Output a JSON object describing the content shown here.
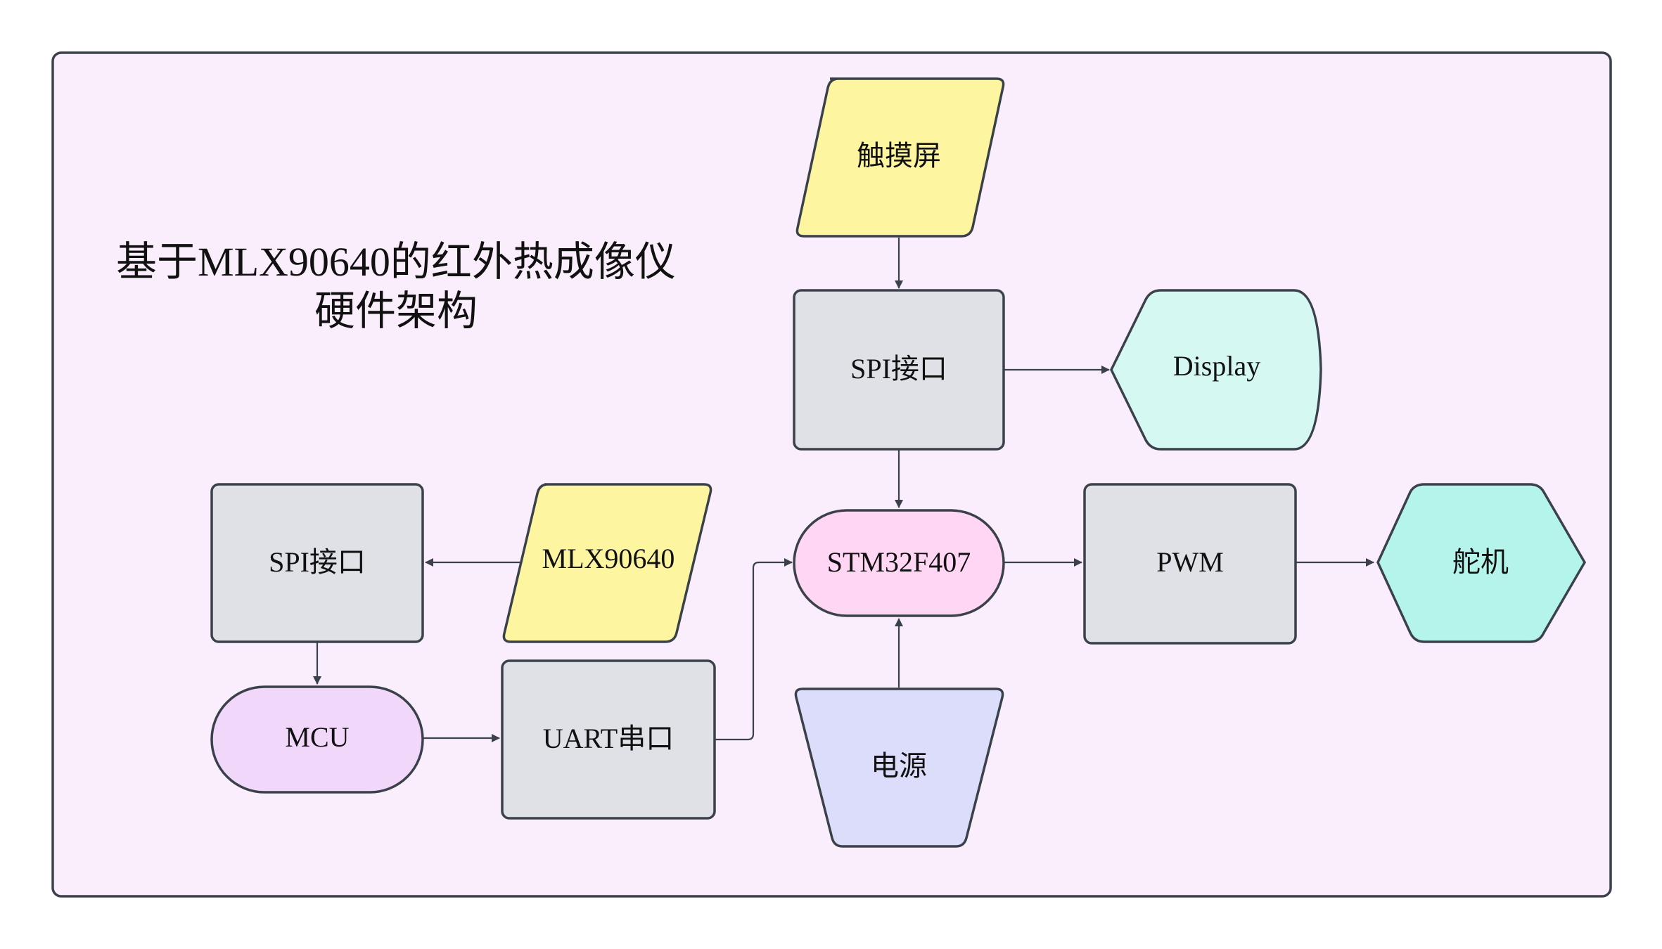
{
  "title": {
    "line1": "基于MLX90640的红外热成像仪",
    "line2": "硬件架构"
  },
  "nodes": {
    "touchscreen": "触摸屏",
    "spi_top": "SPI接口",
    "display": "Display",
    "stm32": "STM32F407",
    "pwm": "PWM",
    "servo": "舵机",
    "power": "电源",
    "spi_left": "SPI接口",
    "mlx": "MLX90640",
    "mcu": "MCU",
    "uart": "UART串口"
  },
  "colors": {
    "canvas_bg": "#fbeefc",
    "border": "#3b414a",
    "yellow": "#fdf5a0",
    "gray": "#dfe1e6",
    "cyan_light": "#d6f8f3",
    "pink": "#ffd6f3",
    "cyan": "#b5f4ea",
    "lavender": "#dcdcfb",
    "purple": "#f1d8fb"
  }
}
